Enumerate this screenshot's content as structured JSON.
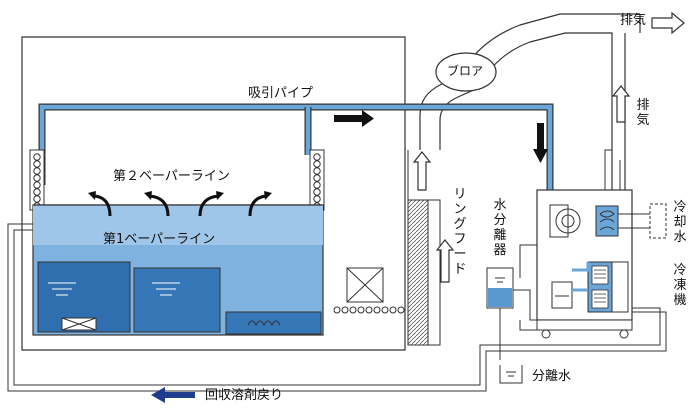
{
  "colors": {
    "water_light": "#86b7e0",
    "water_mid": "#5b98cf",
    "water_dark": "#2b6aaa",
    "pipe_blue": "#6aa6d8",
    "line": "#333333",
    "recovery_arrow": "#1f3d8f"
  },
  "labels": {
    "exhaust_top": "排気",
    "blower": "ブロア",
    "suction_pipe": "吸引パイプ",
    "exhaust_side_chars": [
      "排",
      "気"
    ],
    "second_vapor_line": "第２ベーパーライン",
    "first_vapor_line": "第1ベーパーライン",
    "ring_hood_chars": [
      "リ",
      "ン",
      "グ",
      "フ",
      "ー",
      "ド"
    ],
    "water_separator_chars": [
      "水",
      "分",
      "離",
      "器"
    ],
    "cooling_water_chars": [
      "冷",
      "却",
      "水"
    ],
    "refrigerator_chars": [
      "冷",
      "凍",
      "機"
    ],
    "separated_water": "分離水",
    "recovered_solvent_return": "回収溶剤戻り"
  },
  "icons": [
    "right-arrow-icon",
    "down-arrow-icon",
    "up-arrow-icon",
    "vapor-arrow-icon",
    "drain-icon"
  ]
}
